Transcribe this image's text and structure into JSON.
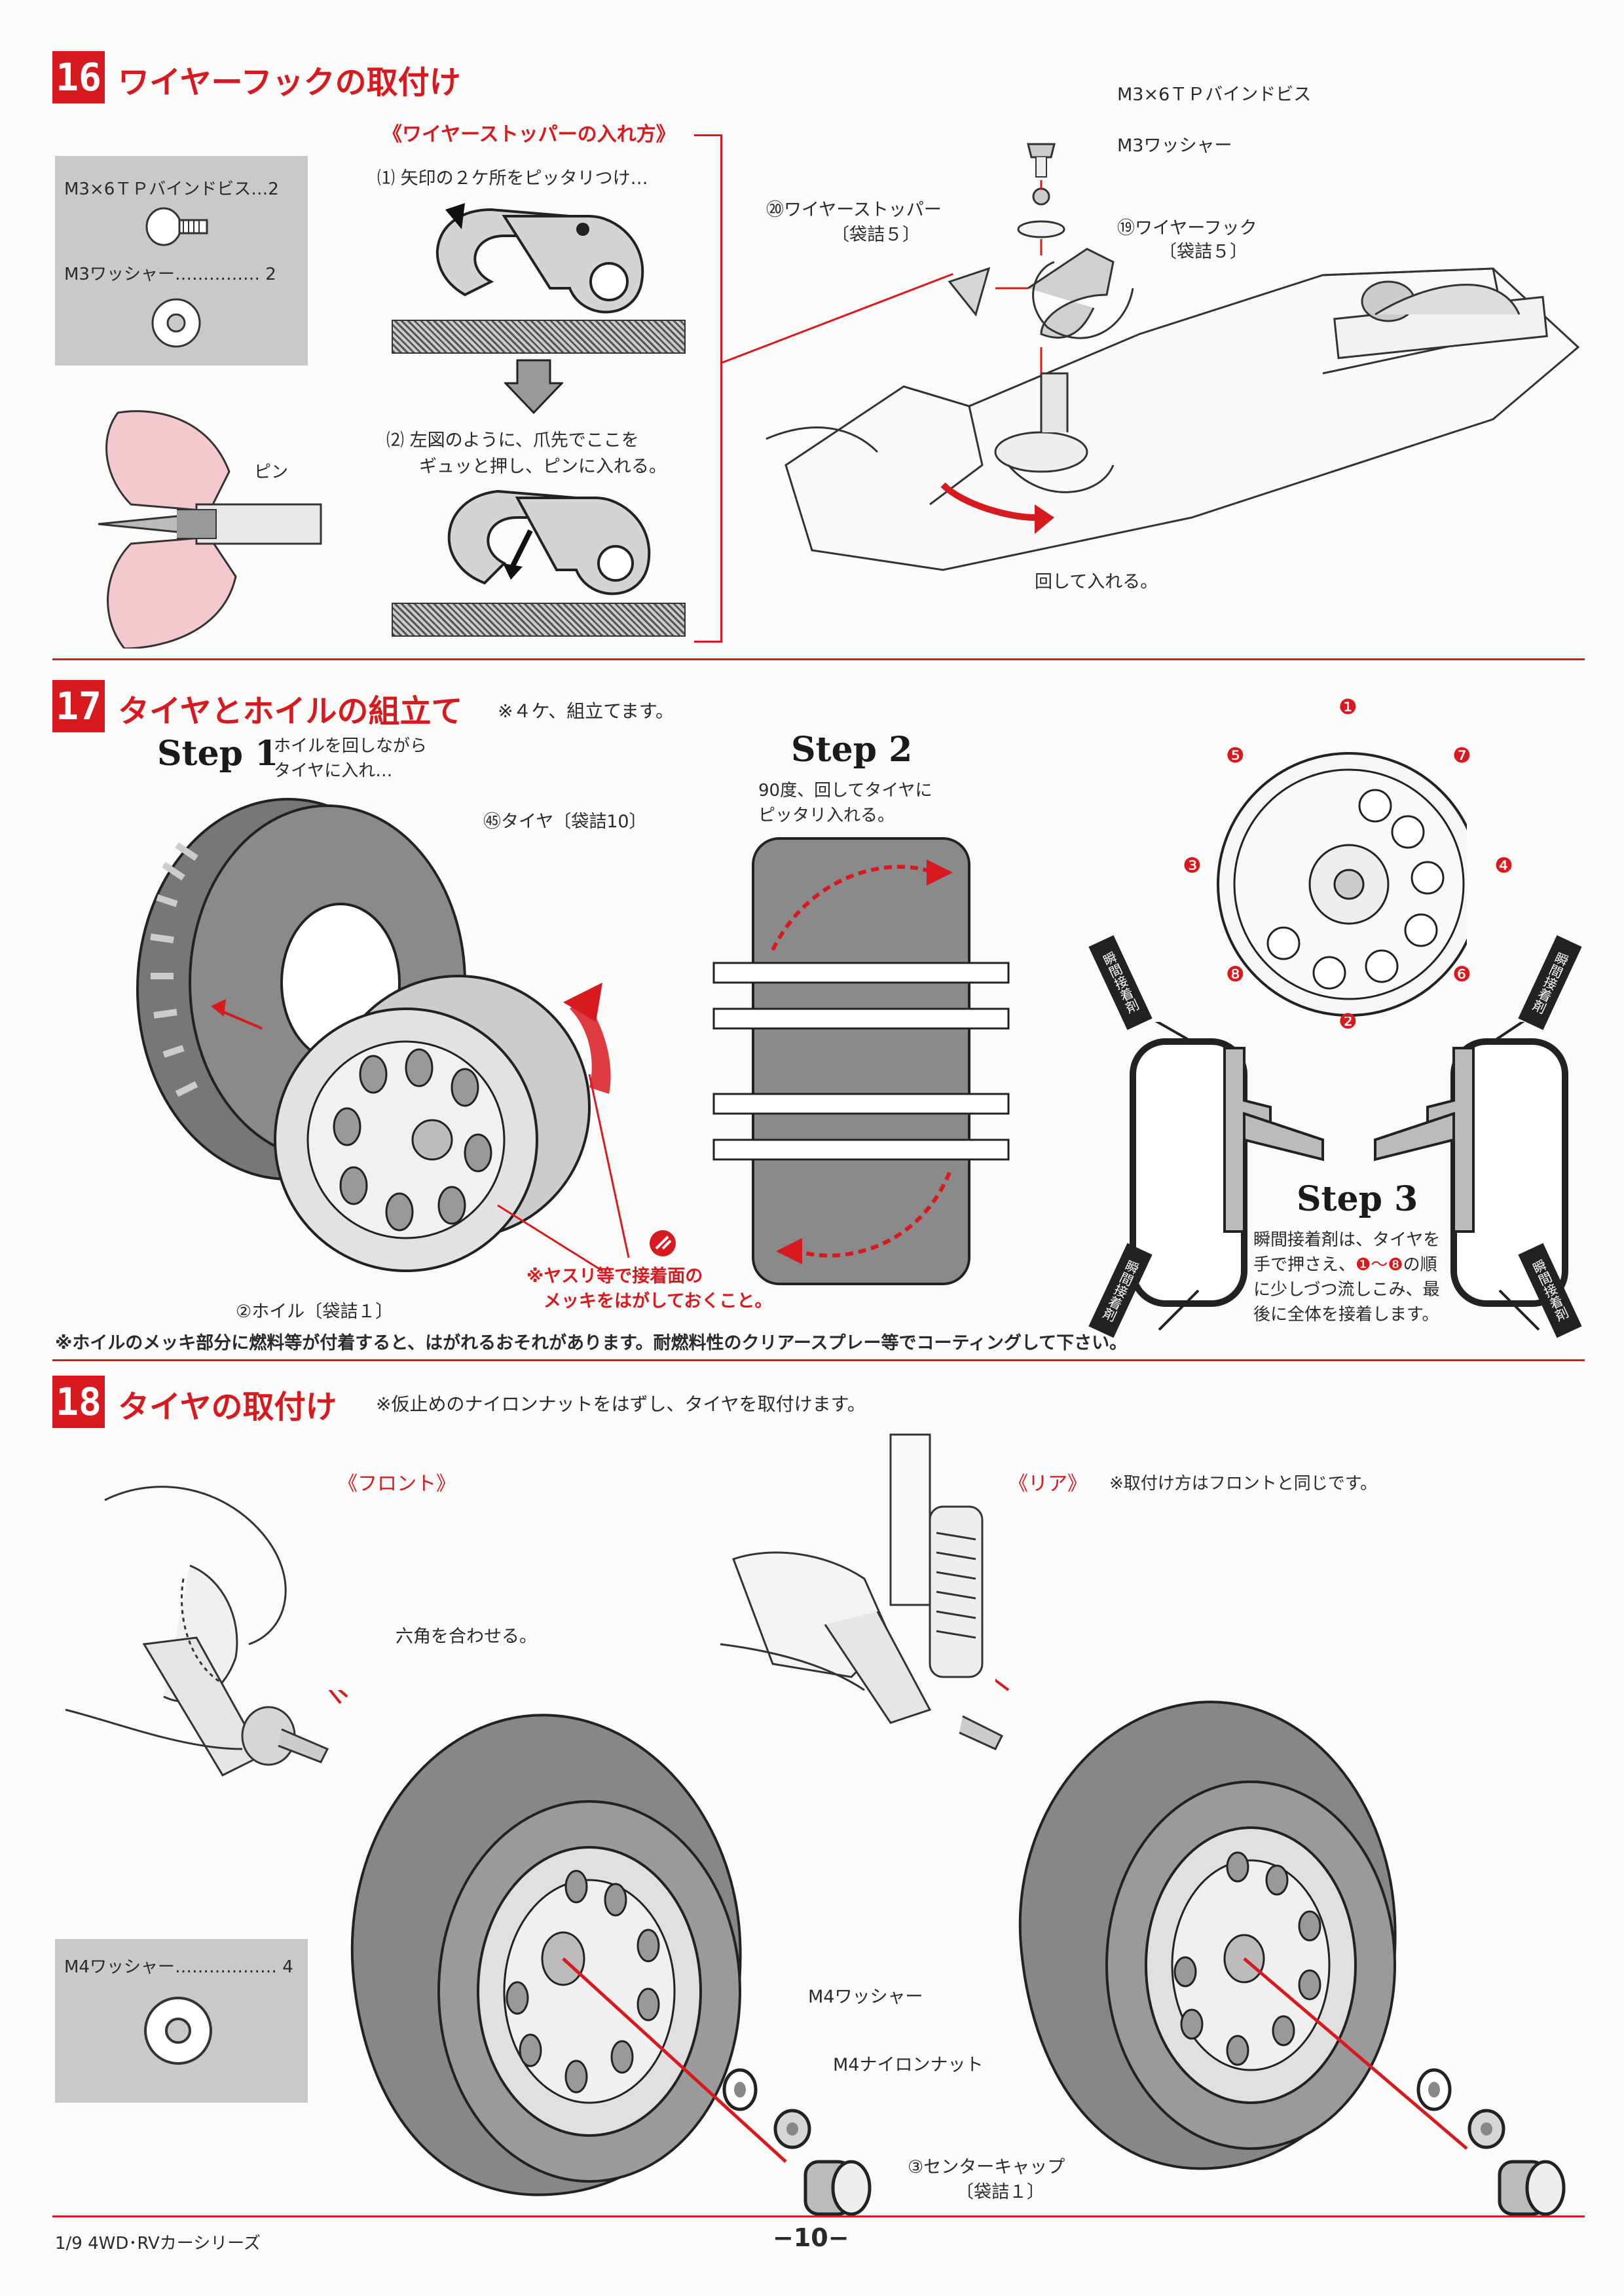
{
  "sections": {
    "s16": {
      "number": "16",
      "title": "ワイヤーフックの取付け",
      "parts": [
        {
          "label": "M3×6ＴＰバインドビス…2"
        },
        {
          "label": "M3ワッシャー…………… 2"
        }
      ],
      "stopper_heading": "《ワイヤーストッパーの入れ方》",
      "step1": "⑴ 矢印の２ケ所をピッタリつけ…",
      "step2_line1": "⑵ 左図のように、爪先でここを",
      "step2_line2": "ギュッと押し、ピンに入れる。",
      "pin_label": "ピン",
      "callouts": {
        "screw": "M3×6ＴＰバインドビス",
        "washer": "M3ワッシャー",
        "stopper": "⑳ワイヤーストッパー",
        "stopper_bag": "〔袋詰５〕",
        "hook": "⑲ワイヤーフック",
        "hook_bag": "〔袋詰５〕",
        "rotate": "回して入れる。"
      }
    },
    "s17": {
      "number": "17",
      "title": "タイヤとホイルの組立て",
      "note": "※４ケ、組立てます。",
      "step1_title": "Step 1",
      "step1_line1": "ホイルを回しながら",
      "step1_line2": "タイヤに入れ…",
      "tire_label": "㊺タイヤ〔袋詰10〕",
      "wheel_label": "②ホイル〔袋詰１〕",
      "warning_line1": "※ヤスリ等で接着面の",
      "warning_line2": "メッキをはがしておくこと。",
      "step2_title": "Step 2",
      "step2_line1": "90度、回してタイヤに",
      "step2_line2": "ピッタリ入れる。",
      "step3_title": "Step 3",
      "step3_line1": "瞬間接着剤は、タイヤを",
      "step3_line2a": "手で押さえ、",
      "step3_line2b": "❶～❽",
      "step3_line2c": "の順",
      "step3_line3": "に少しづつ流しこみ、最",
      "step3_line4": "後に全体を接着します。",
      "glue_label": "瞬間接着剤",
      "order_marks": [
        "❶",
        "❷",
        "❸",
        "❹",
        "❺",
        "❻",
        "❼",
        "❽"
      ],
      "footnote": "※ホイルのメッキ部分に燃料等が付着すると、はがれるおそれがあります。耐燃料性のクリアースプレー等でコーティングして下さい。"
    },
    "s18": {
      "number": "18",
      "title": "タイヤの取付け",
      "note": "※仮止めのナイロンナットをはずし、タイヤを取付けます。",
      "front": "《フロント》",
      "rear": "《リア》",
      "rear_note": "※取付け方はフロントと同じです。",
      "hex_label": "六角を合わせる。",
      "parts": [
        {
          "label": "M4ワッシャー……………… 4"
        }
      ],
      "m4_washer": "M4ワッシャー",
      "m4_nut": "M4ナイロンナット",
      "cap": "③センターキャップ",
      "cap_bag": "〔袋詰１〕"
    }
  },
  "footer": {
    "series": "1/9 4WD･RVカーシリーズ",
    "page": "−10−"
  },
  "colors": {
    "accent": "#d71920",
    "parts_bg": "#c9c9c9",
    "ink": "#222222"
  }
}
